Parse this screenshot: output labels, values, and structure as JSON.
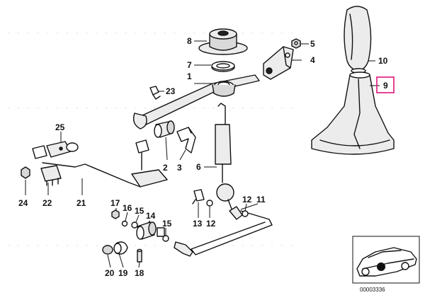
{
  "diagram": {
    "highlight_color": "#e0147a",
    "highlighted_part": "9",
    "labels": {
      "p1": "1",
      "p2": "2",
      "p3": "3",
      "p4": "4",
      "p5": "5",
      "p6": "6",
      "p7": "7",
      "p8": "8",
      "p9": "9",
      "p10": "10",
      "p11": "11",
      "p12a": "12",
      "p12b": "12",
      "p13": "13",
      "p14": "14",
      "p15a": "15",
      "p15b": "15",
      "p16": "16",
      "p17": "17",
      "p18": "18",
      "p19": "19",
      "p20": "20",
      "p21": "21",
      "p22": "22",
      "p23": "23",
      "p24": "24",
      "p25": "25"
    },
    "inset": {
      "catalog_number": "00003336"
    }
  }
}
